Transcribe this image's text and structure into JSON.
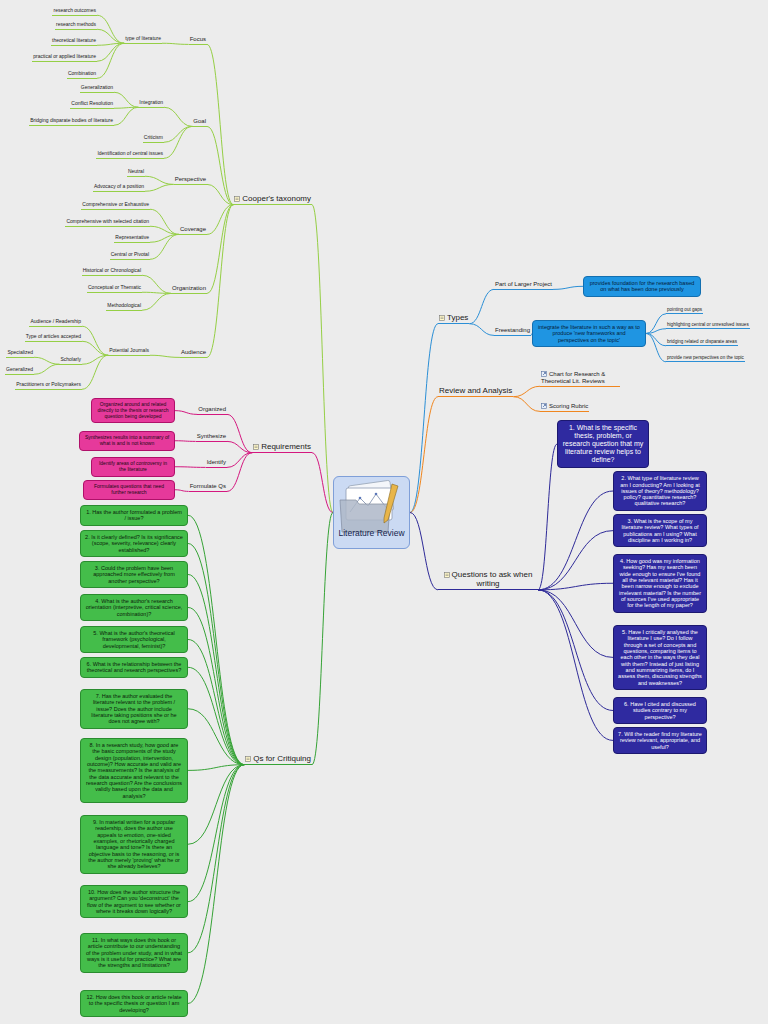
{
  "diagram": {
    "nodes": [
      {
        "text": [
          "Literature Review"
        ]
      },
      {
        "text": [
          "Cooper's taxonomy"
        ]
      },
      {
        "text": [
          "Focus"
        ]
      },
      {
        "text": [
          "type of literature"
        ]
      },
      {
        "text": [
          "research outcomes"
        ]
      },
      {
        "text": [
          "research methods"
        ]
      },
      {
        "text": [
          "theoretical literature"
        ]
      },
      {
        "text": [
          "practical or applied literature"
        ]
      },
      {
        "text": [
          "Combination"
        ]
      },
      {
        "text": [
          "Goal"
        ]
      },
      {
        "text": [
          "Integration"
        ]
      },
      {
        "text": [
          "Generalization"
        ]
      },
      {
        "text": [
          "Conflict Resolution"
        ]
      },
      {
        "text": [
          "Bridging disparate bodies of literature"
        ]
      },
      {
        "text": [
          "Criticism"
        ]
      },
      {
        "text": [
          "Identification of central issues"
        ]
      },
      {
        "text": [
          "Perspective"
        ]
      },
      {
        "text": [
          "Neutral"
        ]
      },
      {
        "text": [
          "Advocacy of a position"
        ]
      },
      {
        "text": [
          "Coverage"
        ]
      },
      {
        "text": [
          "Comprehensive or Exhaustive"
        ]
      },
      {
        "text": [
          "Comprehensive with selected citation"
        ]
      },
      {
        "text": [
          "Representative"
        ]
      },
      {
        "text": [
          "Central or Pivotal"
        ]
      },
      {
        "text": [
          "Organization"
        ]
      },
      {
        "text": [
          "Historical or Chronological"
        ]
      },
      {
        "text": [
          "Conceptual or Thematic"
        ]
      },
      {
        "text": [
          "Methodological"
        ]
      },
      {
        "text": [
          "Audience"
        ]
      },
      {
        "text": [
          "Potential Journals"
        ]
      },
      {
        "text": [
          "Audience / Readership"
        ]
      },
      {
        "text": [
          "Type of articles accepted"
        ]
      },
      {
        "text": [
          "Scholarly"
        ]
      },
      {
        "text": [
          "Specialized"
        ]
      },
      {
        "text": [
          "Generalized"
        ]
      },
      {
        "text": [
          "Practitioners or Policymakers"
        ]
      },
      {
        "text": [
          "Requirements"
        ]
      },
      {
        "text": [
          "Organized"
        ]
      },
      {
        "text": [
          "Organized around and related directly to the thesis or research question being developed"
        ]
      },
      {
        "text": [
          "Synthesize"
        ]
      },
      {
        "text": [
          "Synthesizes results into a summary of what is and is not known"
        ]
      },
      {
        "text": [
          "Identify"
        ]
      },
      {
        "text": [
          "Identify areas of controversy in the literature"
        ]
      },
      {
        "text": [
          "Formulate Qs"
        ]
      },
      {
        "text": [
          "Formulates questions that need further research"
        ]
      },
      {
        "text": [
          "Qs for Critiquing"
        ]
      },
      {
        "text": [
          "1. Has the author formulated a problem / issue?"
        ]
      },
      {
        "text": [
          "2. Is it clearly defined? Is its significance (scope, severity, relevance) clearly established?"
        ]
      },
      {
        "text": [
          "3. Could the problem have been approached more effectively from another perspective?"
        ]
      },
      {
        "text": [
          "4. What is the author's research orientation (interpretive, critical science, combination)?"
        ]
      },
      {
        "text": [
          "5. What is the author's theoretical framework (psychological, developmental, feminist)?"
        ]
      },
      {
        "text": [
          "6. What is the relationship between the theoretical and research perspectives?"
        ]
      },
      {
        "text": [
          "7. Has the author evaluated the literature relevant to the problem / issue? Does the author include literature taking positions she or he does not agree with?"
        ]
      },
      {
        "text": [
          "8. In a research study, how good are the basic components of the study design (population, intervention, outcome)? How accurate and valid are the measurements? Is the analysis of the data accurate and relevant to the research question? Are the conclusions validly based upon the data and analysis?"
        ]
      },
      {
        "text": [
          "9. In material written for a popular readership, does the author use appeals to emotion, one-sided examples, or rhetorically charged language and tone? Is there an objective basis to the reasoning, or is the author merely 'proving' what he or she already believes?"
        ]
      },
      {
        "text": [
          "10. How does the author structure the argument? Can you 'deconstruct' the flow of the argument to see whether or where it breaks down logically?"
        ]
      },
      {
        "text": [
          "11. In what ways does this book or article contribute to our understanding of the problem under study, and in what ways is it useful for practice? What are the strengths and limitations?"
        ]
      },
      {
        "text": [
          "12. How does this book or article relate to the specific thesis or question I am developing?"
        ]
      },
      {
        "text": [
          "Types"
        ]
      },
      {
        "text": [
          "Part of Larger Project"
        ]
      },
      {
        "text": [
          "provides foundation for the research based on what has been done previously"
        ]
      },
      {
        "text": [
          "Freestanding"
        ]
      },
      {
        "text": [
          "integrate the literature in such a way as to produce 'new frameworks and perspectives on the topic'"
        ]
      },
      {
        "text": [
          "pointing out gaps"
        ]
      },
      {
        "text": [
          "highlighting central or unresolved issues"
        ]
      },
      {
        "text": [
          "bridging related or disparate areas"
        ]
      },
      {
        "text": [
          "provide new perspectives on the topic"
        ]
      },
      {
        "text": [
          "Review and Analysis"
        ]
      },
      {
        "text": [
          "Chart for Research & Theoretical Lit. Reviews"
        ]
      },
      {
        "text": [
          "Scoring Rubric"
        ]
      },
      {
        "text": [
          "Questions to ask when writing"
        ]
      },
      {
        "text": [
          "1. What is the specific thesis, problem, or research question that my literature review helps to define?"
        ]
      },
      {
        "text": [
          "2. What type of literature review am I conducting? Am I looking at issues of theory? methodology? policy? quantitative research? qualitative research?"
        ]
      },
      {
        "text": [
          "3. What is the scope of my literature review? What types of publications am I using? What discipline am I working in?"
        ]
      },
      {
        "text": [
          "4. How good was my information seeking? Has my search been wide enough to ensure I've found all the relevant material? Has it been narrow enough to exclude irrelevant material? Is the number of sources I've used appropriate for the length of my paper?"
        ]
      },
      {
        "text": [
          "5. Have I critically analysed the literature I use? Do I follow through a set of concepts and questions, comparing items to each other in the ways they deal with them? Instead of just listing and summarizing items, do I assess them, discussing strengths and weaknesses?"
        ]
      },
      {
        "text": [
          "6. Have I cited and discussed studies contrary to my perspective?"
        ]
      },
      {
        "text": [
          "7. Will the reader find my literature review relevant, appropriate, and useful?"
        ]
      }
    ],
    "edges": [
      {
        "from": 0,
        "to": 1,
        "arrow": "none"
      },
      {
        "from": 1,
        "to": 2,
        "arrow": "none"
      },
      {
        "from": 2,
        "to": 3,
        "arrow": "none"
      },
      {
        "from": 3,
        "to": 4,
        "arrow": "none"
      },
      {
        "from": 3,
        "to": 5,
        "arrow": "none"
      },
      {
        "from": 3,
        "to": 6,
        "arrow": "none"
      },
      {
        "from": 3,
        "to": 7,
        "arrow": "none"
      },
      {
        "from": 3,
        "to": 8,
        "arrow": "none"
      },
      {
        "from": 1,
        "to": 9,
        "arrow": "none"
      },
      {
        "from": 9,
        "to": 10,
        "arrow": "none"
      },
      {
        "from": 10,
        "to": 11,
        "arrow": "none"
      },
      {
        "from": 10,
        "to": 12,
        "arrow": "none"
      },
      {
        "from": 10,
        "to": 13,
        "arrow": "none"
      },
      {
        "from": 9,
        "to": 14,
        "arrow": "none"
      },
      {
        "from": 9,
        "to": 15,
        "arrow": "none"
      },
      {
        "from": 1,
        "to": 16,
        "arrow": "none"
      },
      {
        "from": 16,
        "to": 17,
        "arrow": "none"
      },
      {
        "from": 16,
        "to": 18,
        "arrow": "none"
      },
      {
        "from": 1,
        "to": 19,
        "arrow": "none"
      },
      {
        "from": 19,
        "to": 20,
        "arrow": "none"
      },
      {
        "from": 19,
        "to": 21,
        "arrow": "none"
      },
      {
        "from": 19,
        "to": 22,
        "arrow": "none"
      },
      {
        "from": 19,
        "to": 23,
        "arrow": "none"
      },
      {
        "from": 1,
        "to": 24,
        "arrow": "none"
      },
      {
        "from": 24,
        "to": 25,
        "arrow": "none"
      },
      {
        "from": 24,
        "to": 26,
        "arrow": "none"
      },
      {
        "from": 24,
        "to": 27,
        "arrow": "none"
      },
      {
        "from": 1,
        "to": 28,
        "arrow": "none"
      },
      {
        "from": 28,
        "to": 29,
        "arrow": "none"
      },
      {
        "from": 29,
        "to": 30,
        "arrow": "none"
      },
      {
        "from": 29,
        "to": 31,
        "arrow": "none"
      },
      {
        "from": 29,
        "to": 32,
        "arrow": "none"
      },
      {
        "from": 32,
        "to": 33,
        "arrow": "none"
      },
      {
        "from": 32,
        "to": 34,
        "arrow": "none"
      },
      {
        "from": 29,
        "to": 35,
        "arrow": "none"
      },
      {
        "from": 0,
        "to": 36,
        "arrow": "none"
      },
      {
        "from": 36,
        "to": 37,
        "arrow": "none"
      },
      {
        "from": 37,
        "to": 38,
        "arrow": "none"
      },
      {
        "from": 36,
        "to": 39,
        "arrow": "none"
      },
      {
        "from": 39,
        "to": 40,
        "arrow": "none"
      },
      {
        "from": 36,
        "to": 41,
        "arrow": "none"
      },
      {
        "from": 41,
        "to": 42,
        "arrow": "none"
      },
      {
        "from": 36,
        "to": 43,
        "arrow": "none"
      },
      {
        "from": 43,
        "to": 44,
        "arrow": "none"
      },
      {
        "from": 0,
        "to": 45,
        "arrow": "none"
      },
      {
        "from": 45,
        "to": 46,
        "arrow": "none"
      },
      {
        "from": 45,
        "to": 47,
        "arrow": "none"
      },
      {
        "from": 45,
        "to": 48,
        "arrow": "none"
      },
      {
        "from": 45,
        "to": 49,
        "arrow": "none"
      },
      {
        "from": 45,
        "to": 50,
        "arrow": "none"
      },
      {
        "from": 45,
        "to": 51,
        "arrow": "none"
      },
      {
        "from": 45,
        "to": 52,
        "arrow": "none"
      },
      {
        "from": 45,
        "to": 53,
        "arrow": "none"
      },
      {
        "from": 45,
        "to": 54,
        "arrow": "none"
      },
      {
        "from": 45,
        "to": 55,
        "arrow": "none"
      },
      {
        "from": 45,
        "to": 56,
        "arrow": "none"
      },
      {
        "from": 45,
        "to": 57,
        "arrow": "none"
      },
      {
        "from": 0,
        "to": 58,
        "arrow": "none"
      },
      {
        "from": 58,
        "to": 59,
        "arrow": "none"
      },
      {
        "from": 59,
        "to": 60,
        "arrow": "none"
      },
      {
        "from": 58,
        "to": 61,
        "arrow": "none"
      },
      {
        "from": 61,
        "to": 62,
        "arrow": "none"
      },
      {
        "from": 62,
        "to": 63,
        "arrow": "none"
      },
      {
        "from": 62,
        "to": 64,
        "arrow": "none"
      },
      {
        "from": 62,
        "to": 65,
        "arrow": "none"
      },
      {
        "from": 62,
        "to": 66,
        "arrow": "none"
      },
      {
        "from": 0,
        "to": 67,
        "arrow": "none"
      },
      {
        "from": 67,
        "to": 68,
        "arrow": "none"
      },
      {
        "from": 67,
        "to": 69,
        "arrow": "none"
      },
      {
        "from": 0,
        "to": 70,
        "arrow": "none"
      },
      {
        "from": 70,
        "to": 71,
        "arrow": "none"
      },
      {
        "from": 70,
        "to": 72,
        "arrow": "none"
      },
      {
        "from": 70,
        "to": 73,
        "arrow": "none"
      },
      {
        "from": 70,
        "to": 74,
        "arrow": "none"
      },
      {
        "from": 70,
        "to": 75,
        "arrow": "none"
      },
      {
        "from": 70,
        "to": 76,
        "arrow": "none"
      },
      {
        "from": 70,
        "to": 77,
        "arrow": "none"
      }
    ]
  }
}
